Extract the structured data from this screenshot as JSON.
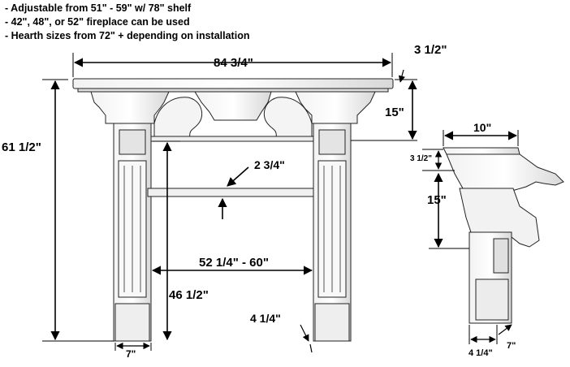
{
  "notes": [
    "- Adjustable from 51\" - 59\" w/ 78\" shelf",
    "- 42\", 48\", or 52\" fireplace can be used",
    "- Hearth sizes from 72\" + depending on installation"
  ],
  "front_view": {
    "dims": {
      "total_width": "84 3/4\"",
      "shelf_thickness": "3 1/2\"",
      "frieze_height": "15\"",
      "total_height": "61 1/2\"",
      "lower_shelf": "2 3/4\"",
      "opening_width": "52 1/4\" - 60\"",
      "opening_height": "46 1/2\"",
      "leg_depth": "4 1/4\"",
      "leg_width": "7\""
    }
  },
  "side_view": {
    "dims": {
      "shelf_depth": "10\"",
      "shelf_thickness": "3 1/2\"",
      "corbel_height": "15\"",
      "base_depth": "4 1/4\"",
      "base_width": "7\""
    }
  }
}
